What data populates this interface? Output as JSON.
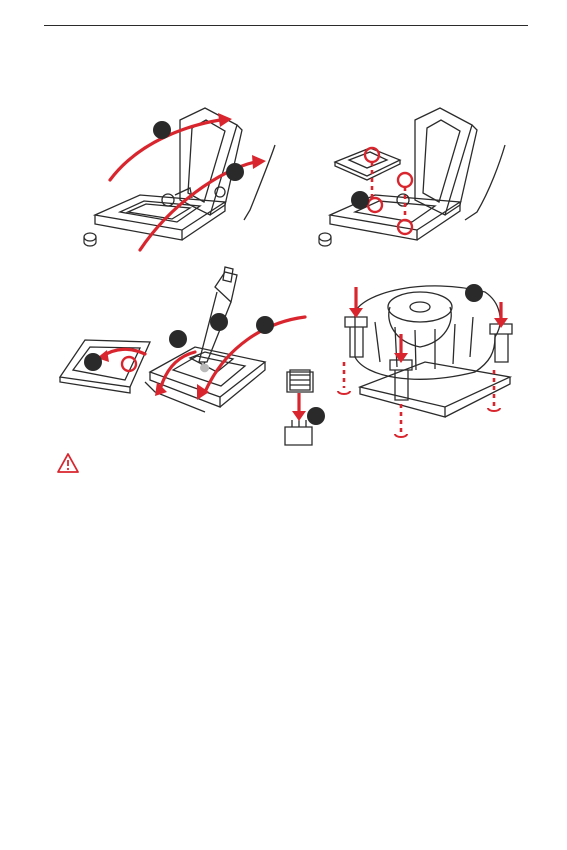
{
  "page": {
    "icons": [
      "cpu-socket-open",
      "cpu-install",
      "thermal-paste",
      "cpu-fan-install",
      "fan-connector",
      "warning-icon"
    ],
    "accent_color": "#d9262e",
    "line_color": "#2b2b2b"
  }
}
